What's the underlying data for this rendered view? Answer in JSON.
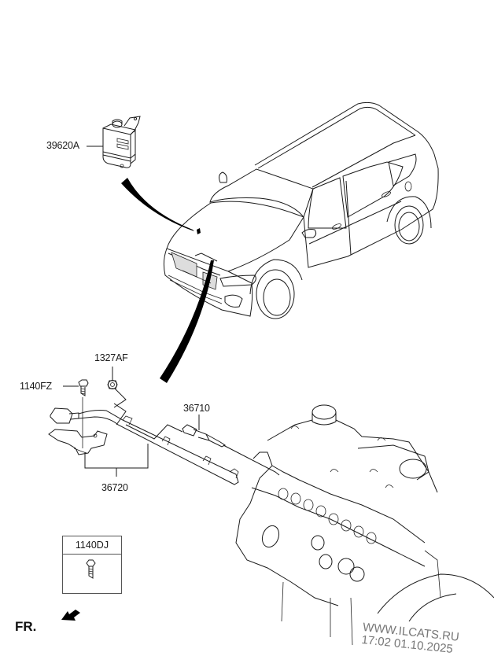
{
  "diagram": {
    "title": "Glow plug / pre-heating system parts diagram",
    "parts": [
      {
        "id": "part-39620A",
        "number": "39620A",
        "description": "glow plug relay / control unit"
      },
      {
        "id": "part-1327AF",
        "number": "1327AF",
        "description": "nut"
      },
      {
        "id": "part-1140FZ",
        "number": "1140FZ",
        "description": "bolt"
      },
      {
        "id": "part-36710",
        "number": "36710",
        "description": "glow plug"
      },
      {
        "id": "part-36720",
        "number": "36720",
        "description": "glow plug harness / plate"
      },
      {
        "id": "part-1140DJ",
        "number": "1140DJ",
        "description": "bolt (boxed)"
      }
    ],
    "direction_label": "FR.",
    "direction_icon": "front-arrow-icon"
  },
  "watermark": {
    "site": "WWW.ILCATS.RU",
    "timestamp": "17:02 01.10.2025"
  }
}
